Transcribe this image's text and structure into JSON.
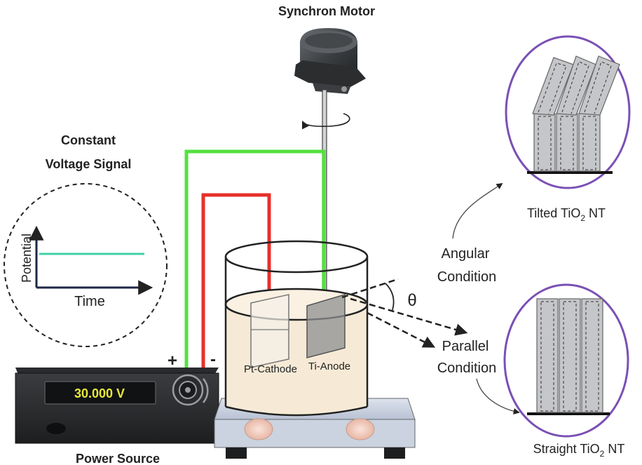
{
  "labels": {
    "motor": "Synchron Motor",
    "signal_line1": "Constant",
    "signal_line2": "Voltage Signal",
    "axis_y": "Potential",
    "axis_x": "Time",
    "power_source": "Power Source",
    "display_value": "30.000 V",
    "plus": "+",
    "minus": "-",
    "cathode": "Pt-Cathode",
    "anode": "Ti-Anode",
    "angle_symbol": "θ",
    "angular_line1": "Angular",
    "angular_line2": "Condition",
    "parallel_line1": "Parallel",
    "parallel_line2": "Condition",
    "tilted_prefix": "Tilted TiO",
    "tilted_sub": "2",
    "tilted_suffix": " NT",
    "straight_prefix": "Straight TiO",
    "straight_sub": "2",
    "straight_suffix": " NT"
  },
  "colors": {
    "positive_wire": "#55e040",
    "negative_wire": "#e8302a",
    "voltage_trace": "#3fd0a8",
    "display_text": "#e8e83a",
    "electrolyte": "#f6ead6",
    "inset_border": "#7a50b4"
  }
}
